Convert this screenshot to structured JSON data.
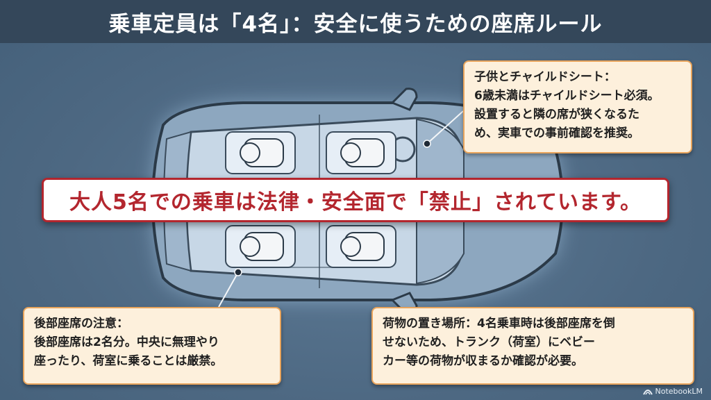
{
  "header": {
    "title": "乗車定員は「4名」：安全に使うための座席ルール"
  },
  "banner": {
    "text": "大人5名での乗車は法律・安全面で「禁止」されています。"
  },
  "callouts": {
    "child": {
      "lines": [
        "子供とチャイルドシート：",
        "6歳未満はチャイルドシート必須。",
        "設置すると隣の席が狭くなるた",
        "め、実車での事前確認を推奨。"
      ]
    },
    "rear": {
      "lines": [
        "後部座席の注意：",
        "後部座席は2名分。中央に無理やり",
        "座ったり、荷室に乗ることは厳禁。"
      ]
    },
    "luggage": {
      "lines": [
        "荷物の置き場所：4名乗車時は後部座席を倒",
        "せないため、トランク（荷室）にベビー",
        "カー等の荷物が収まるか確認が必要。"
      ]
    }
  },
  "brand": {
    "label": "NotebookLM",
    "icon": "notebooklm-logo-icon"
  },
  "colors": {
    "title_bar": "#34475a",
    "banner_red": "#b3262e",
    "callout_bg": "#fdf0dc",
    "callout_border": "#e8a45c",
    "background": "#4f6b85"
  }
}
